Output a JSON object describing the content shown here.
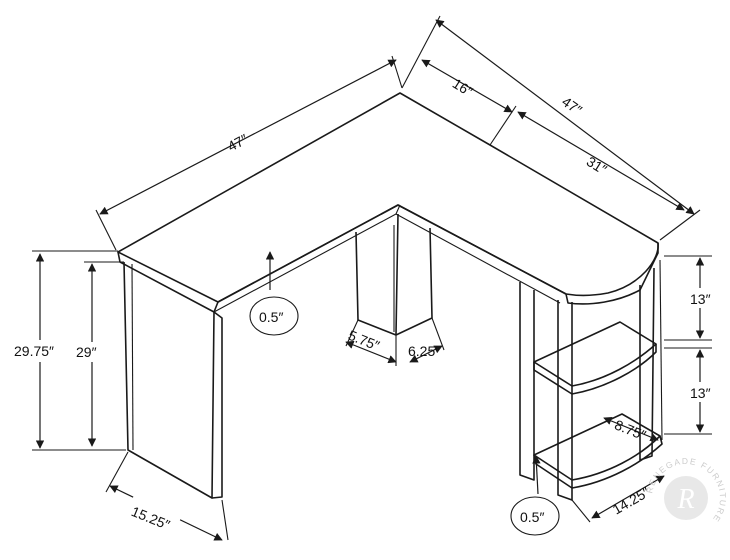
{
  "dimensions": {
    "top_long_width": "47″",
    "top_right_depth_16": "16″",
    "top_right_width_47": "47″",
    "top_right_31": "31″",
    "total_height": "29.75″",
    "leg_height": "29″",
    "top_thickness_left": "0.5″",
    "post_depth_5_75": "5.75″",
    "post_width_6_25": "6.25″",
    "shelf_gap_upper": "13″",
    "shelf_gap_lower": "13″",
    "shelf_depth": "8.75″",
    "shelf_width": "14.25″",
    "shelf_thickness": "0.5″",
    "leg_depth": "15.25″"
  },
  "watermark": {
    "letter": "R",
    "brand": "RENEGADE FURNITURE"
  },
  "colors": {
    "line": "#1a1a1a",
    "background": "#ffffff",
    "watermark": "#c7c7c7"
  }
}
